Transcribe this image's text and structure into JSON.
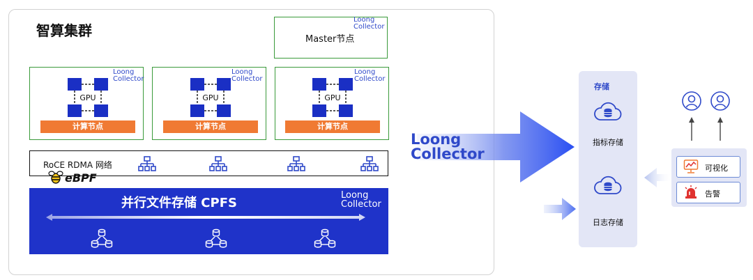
{
  "cluster": {
    "title": "智算集群",
    "master_label": "Master节点",
    "compute_label": "计算节点",
    "gpu_label": "GPU",
    "network_label": "RoCE RDMA 网络",
    "ebpf_label": "eBPF",
    "cpfs_title": "并行文件存储 CPFS"
  },
  "brand": {
    "line1": "Loong",
    "line2": "Collector"
  },
  "storage": {
    "title": "存储",
    "metrics_label": "指标存储",
    "logs_label": "日志存储"
  },
  "actions": {
    "visualize_label": "可视化",
    "alert_label": "告警"
  },
  "colors": {
    "brand_blue": "#2f49c9",
    "cpfs_blue": "#1f33c9",
    "node_border_green": "#3a9a3a",
    "compute_orange": "#f07a33",
    "gpu_blue": "#1a2fc4",
    "alert_red": "#e0322f",
    "visual_orange": "#f07a33",
    "panel_bg": "#e3e6f6"
  }
}
